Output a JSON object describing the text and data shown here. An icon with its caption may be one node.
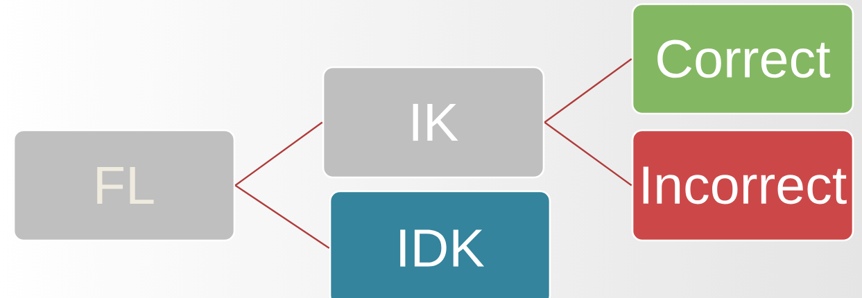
{
  "diagram": {
    "nodes": [
      {
        "text": [
          "FL"
        ]
      },
      {
        "text": [
          "IK"
        ]
      },
      {
        "text": [
          "IDK"
        ]
      },
      {
        "text": [
          "Correct"
        ]
      },
      {
        "text": [
          "Incorrect"
        ]
      }
    ],
    "edges": [
      {
        "from": 0,
        "to": 1,
        "arrow": "none"
      },
      {
        "from": 0,
        "to": 2,
        "arrow": "none"
      },
      {
        "from": 1,
        "to": 3,
        "arrow": "none"
      },
      {
        "from": 1,
        "to": 4,
        "arrow": "none"
      }
    ]
  }
}
